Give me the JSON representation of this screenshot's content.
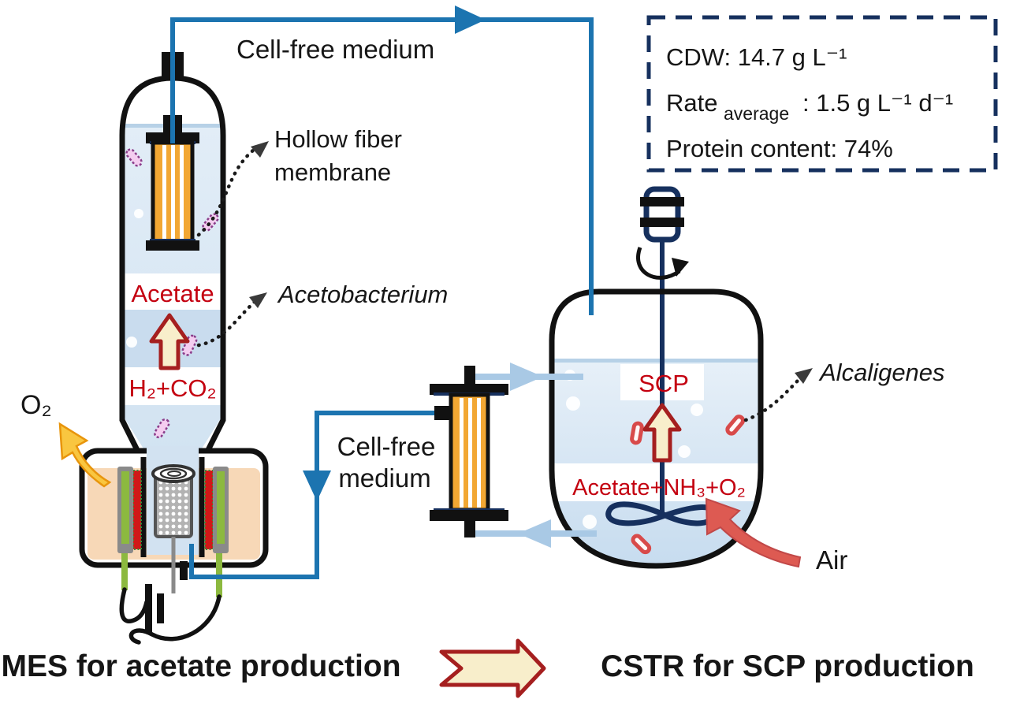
{
  "colors": {
    "pipe_dark": "#1c74b0",
    "pipe_light": "#a9c9e5",
    "navy": "#16305e",
    "red_text": "#c40010",
    "dark_red": "#a51f1f",
    "cream": "#f8eecb",
    "orange": "#f2a733",
    "peach": "#f7d8b7",
    "liquid_blue": "#d2e2f1",
    "liquid_blue_dark": "#c9dcee",
    "liquid_blue_light": "#e7f0f8",
    "green_electrode": "#8cb93f",
    "membrane_red": "#d01818",
    "bacteria_pink": "#f4cdf0",
    "bacteria_purple": "#8a3d8a",
    "bacteria_red": "#d84a4a",
    "air_red": "#dd5a52",
    "o2_yellow": "#f9c640"
  },
  "stats_box": {
    "cdw": "CDW: 14.7 g L⁻¹",
    "rate_label": "Rate",
    "rate_sub": "average",
    "rate_value": ": 1.5 g L⁻¹ d⁻¹",
    "protein": "Protein content: 74%"
  },
  "mes": {
    "top_pipe_label": "Cell-free medium",
    "hollow_fiber_line1": "Hollow fiber",
    "hollow_fiber_line2": "membrane",
    "microbe_label": "Acetobacterium",
    "product_label": "Acetate",
    "feed_label": "H₂+CO₂",
    "offgas_label": "O₂"
  },
  "loop": {
    "return_pipe_label_line1": "Cell-free",
    "return_pipe_label_line2": "medium"
  },
  "cstr": {
    "product_label": "SCP",
    "microbe_label": "Alcaligenes",
    "substrate_label": "Acetate+NH₃+O₂",
    "air_label": "Air"
  },
  "caption": {
    "left": "MES for acetate production",
    "right": "CSTR for SCP production"
  }
}
